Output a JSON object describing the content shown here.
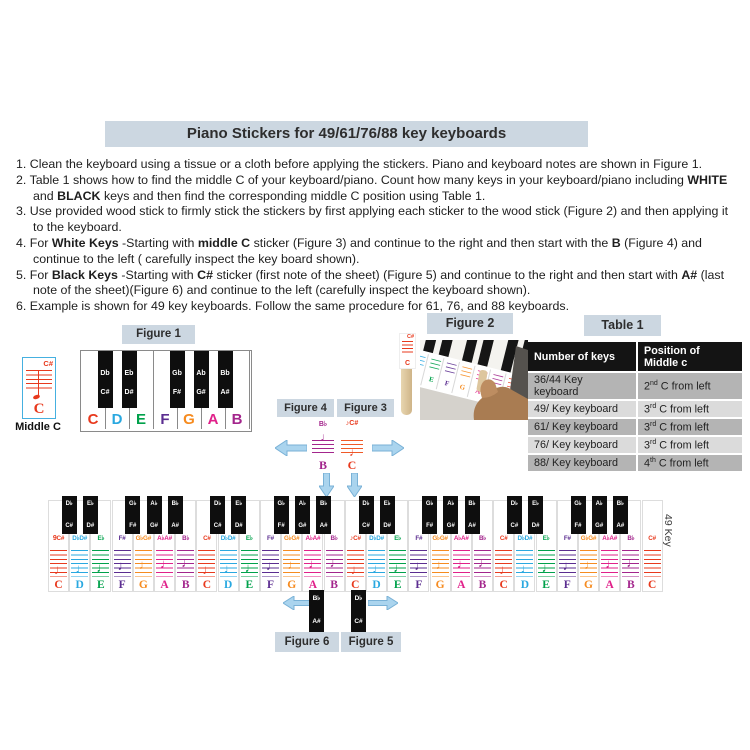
{
  "title": "Piano Stickers for 49/61/76/88 key keyboards",
  "instructions": [
    {
      "number": "1.",
      "segments": [
        {
          "t": "Clean the keyboard using a tissue or a cloth before applying the stickers. Piano and keyboard notes are shown in Figure 1."
        }
      ]
    },
    {
      "number": "2.",
      "segments": [
        {
          "t": "Table 1 shows how to find the middle C of your keyboard/piano. Count how many keys in your keyboard/piano including "
        },
        {
          "t": "WHITE",
          "b": true
        },
        {
          "t": " and "
        },
        {
          "t": "BLACK",
          "b": true
        },
        {
          "t": " keys and then find the corresponding middle C position using Table 1."
        }
      ]
    },
    {
      "number": "3.",
      "segments": [
        {
          "t": "Use provided wood stick to firmly stick the stickers by first applying each sticker to the wood stick (Figure 2) and then applying it to the keyboard."
        }
      ]
    },
    {
      "number": "4.",
      "segments": [
        {
          "t": "For "
        },
        {
          "t": "White Keys",
          "b": true
        },
        {
          "t": " -Starting with "
        },
        {
          "t": "middle C",
          "b": true
        },
        {
          "t": " sticker (Figure 3) and continue to the right and then start with the "
        },
        {
          "t": "B",
          "b": true
        },
        {
          "t": " (Figure 4) and continue to the left ( carefully inspect the key board shown)."
        }
      ]
    },
    {
      "number": "5.",
      "segments": [
        {
          "t": "For "
        },
        {
          "t": "Black Keys",
          "b": true
        },
        {
          "t": " -Starting with "
        },
        {
          "t": "C#",
          "b": true
        },
        {
          "t": " sticker (first note of the sheet) (Figure 5) and continue to the right and then start with "
        },
        {
          "t": "A#",
          "b": true
        },
        {
          "t": " (last note of the sheet)(Figure 6) and continue to the left (carefully inspect the keyboard shown)."
        }
      ]
    },
    {
      "number": "6.",
      "segments": [
        {
          "t": "Example is shown for 49 key keyboards. Follow the same procedure for 61, 76, and 88 keyboards."
        }
      ]
    }
  ],
  "note_colors": {
    "C": "#e8391d",
    "D": "#29a8e0",
    "E": "#00a14b",
    "F": "#5b2d90",
    "G": "#f68b1f",
    "A": "#e0218a",
    "B": "#a3258c"
  },
  "middle_c_sticker": {
    "top_label": "C#",
    "letter": "C",
    "caption": "Middle C"
  },
  "figure1": {
    "label": "Figure 1",
    "white_keys": [
      "C",
      "D",
      "E",
      "F",
      "G",
      "A",
      "B"
    ],
    "black_keys": [
      {
        "flat": "Db",
        "sharp": "C#",
        "boundary": 1
      },
      {
        "flat": "Eb",
        "sharp": "D#",
        "boundary": 2
      },
      {
        "flat": "Gb",
        "sharp": "F#",
        "boundary": 4
      },
      {
        "flat": "Ab",
        "sharp": "G#",
        "boundary": 5
      },
      {
        "flat": "Bb",
        "sharp": "A#",
        "boundary": 6
      }
    ]
  },
  "figure2": {
    "label": "Figure 2",
    "stick_sticker": {
      "top_label": "C#",
      "letter": "C"
    }
  },
  "figure3": {
    "label": "Figure 3",
    "sticker_top": "C#",
    "sticker_clef": "treble",
    "sticker_letter": "C"
  },
  "figure4": {
    "label": "Figure 4",
    "sticker_top": "B♭",
    "sticker_letter": "B"
  },
  "figure5": {
    "label": "Figure 5",
    "sticker_top": "D♭",
    "sticker_bottom": "C#"
  },
  "figure6": {
    "label": "Figure 6",
    "sticker_top": "B♭",
    "sticker_bottom": "A#"
  },
  "table1": {
    "label": "Table 1",
    "headers": [
      "Number of keys",
      "Position of Middle c"
    ],
    "rows": [
      {
        "keys": "36/44 Key keyboard",
        "ordinal": "2",
        "suffix": "nd",
        "rest": "C from left"
      },
      {
        "keys": "49/ Key keyboard",
        "ordinal": "3",
        "suffix": "rd",
        "rest": "C from left"
      },
      {
        "keys": "61/ Key keyboard",
        "ordinal": "3",
        "suffix": "rd",
        "rest": "C from left"
      },
      {
        "keys": "76/ Key keyboard",
        "ordinal": "3",
        "suffix": "rd",
        "rest": "C from left"
      },
      {
        "keys": "88/ Key keyboard",
        "ordinal": "4",
        "suffix": "th",
        "rest": "C from left"
      }
    ]
  },
  "strip": {
    "side_label": "49 Key",
    "octaves": 4,
    "white_sequence": [
      "C",
      "D",
      "E",
      "F",
      "G",
      "A",
      "B"
    ],
    "top_labels": {
      "C": "C#",
      "D": "D♭D#",
      "E": "E♭",
      "F": "F#",
      "G": "G♭G#",
      "A": "A♭A#",
      "B": "B♭"
    },
    "black_pairs": [
      {
        "flat": "D♭",
        "sharp": "C#",
        "after": "C"
      },
      {
        "flat": "E♭",
        "sharp": "D#",
        "after": "D"
      },
      {
        "flat": "G♭",
        "sharp": "F#",
        "after": "F"
      },
      {
        "flat": "A♭",
        "sharp": "G#",
        "after": "G"
      },
      {
        "flat": "B♭",
        "sharp": "A#",
        "after": "A"
      }
    ],
    "first_key_clef": "bass",
    "middle_c_index": 14,
    "middle_c_clef": "treble",
    "extra_last_key": {
      "letter": "C",
      "top_label": "C#",
      "has_note": false
    }
  }
}
